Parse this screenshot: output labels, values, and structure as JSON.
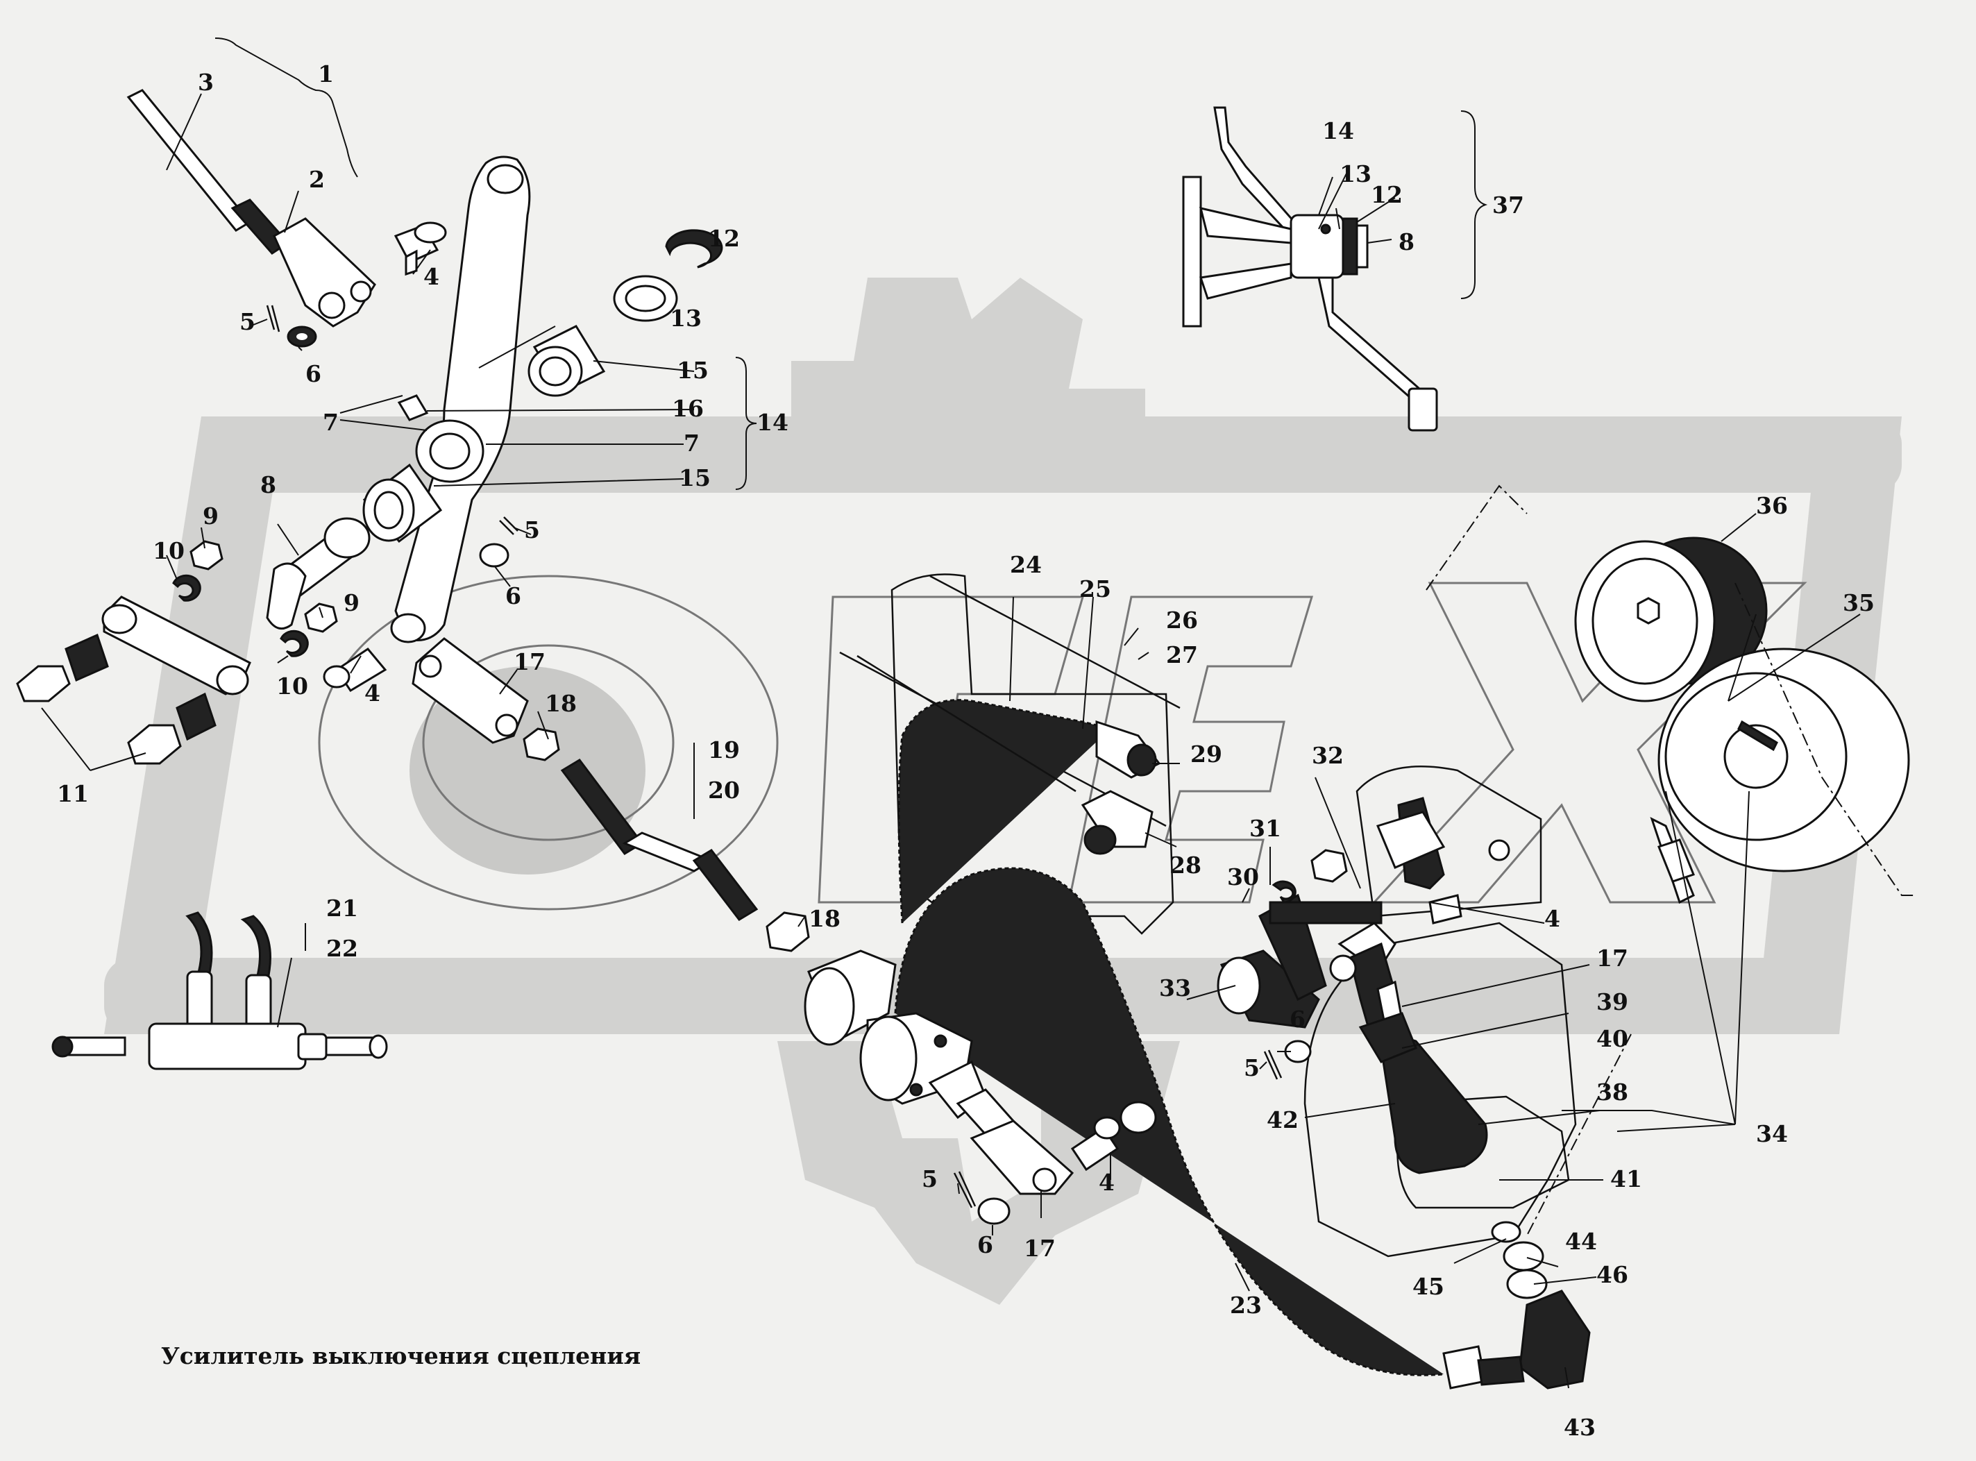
{
  "caption": "Усилитель выключения сцепления",
  "watermark": "OPEX",
  "part_numbers": {
    "n1": "1",
    "n2": "2",
    "n3": "3",
    "n4a": "4",
    "n5a": "5",
    "n6a": "6",
    "n7a": "7",
    "n7b": "7",
    "n8a": "8",
    "n9a": "9",
    "n9b": "9",
    "n10a": "10",
    "n10b": "10",
    "n11": "11",
    "n12a": "12",
    "n13a": "13",
    "n14a": "14",
    "n15a": "15",
    "n15b": "15",
    "n16": "16",
    "n5b": "5",
    "n6b": "6",
    "n4b": "4",
    "n17a": "17",
    "n18a": "18",
    "n19": "19",
    "n20": "20",
    "n18b": "18",
    "n21": "21",
    "n22": "22",
    "n14b": "14",
    "n13b": "13",
    "n12b": "12",
    "n8b": "8",
    "n37": "37",
    "n24": "24",
    "n25": "25",
    "n26": "26",
    "n27": "27",
    "n29": "29",
    "n28": "28",
    "n36": "36",
    "n35": "35",
    "n32": "32",
    "n31": "31",
    "n30": "30",
    "n4c": "4",
    "n17b": "17",
    "n33": "33",
    "n39": "39",
    "n40": "40",
    "n6c": "6",
    "n5c": "5",
    "n42": "42",
    "n38": "38",
    "n34": "34",
    "n41": "41",
    "n4d": "4",
    "n5d": "5",
    "n6d": "6",
    "n17c": "17",
    "n23": "23",
    "n44": "44",
    "n45": "45",
    "n46": "46",
    "n43": "43"
  }
}
